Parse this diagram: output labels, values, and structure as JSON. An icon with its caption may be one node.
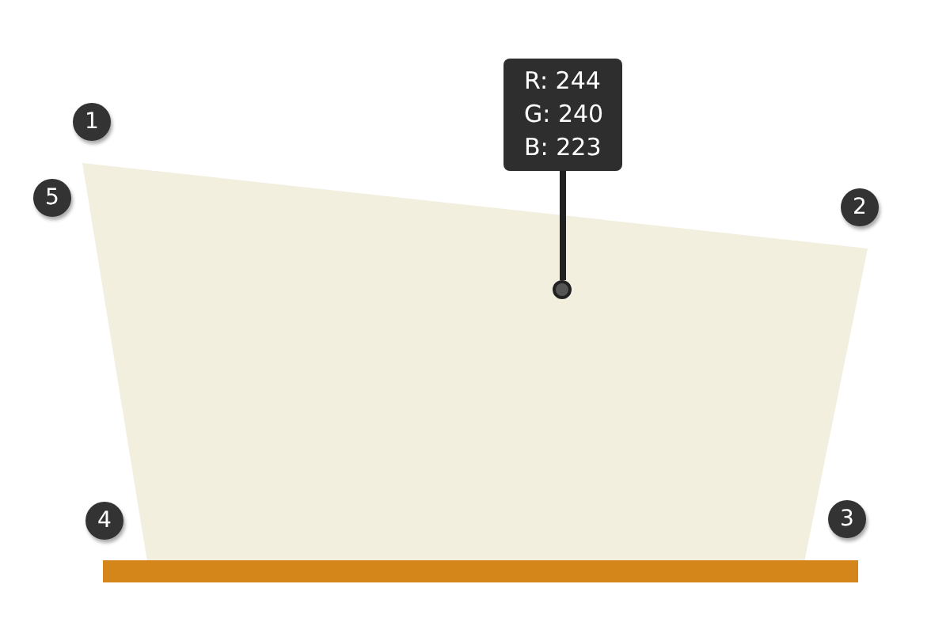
{
  "diagram": {
    "nodes": [
      {
        "text": [
          "R: 244 G: 240 B: 223"
        ]
      },
      {
        "text": [],
        "shape": "circle"
      }
    ],
    "edges": [
      {
        "from": 0,
        "to": 1,
        "arrow": "none"
      }
    ],
    "labels": [
      "1",
      "5",
      "2",
      "4",
      "3"
    ]
  }
}
